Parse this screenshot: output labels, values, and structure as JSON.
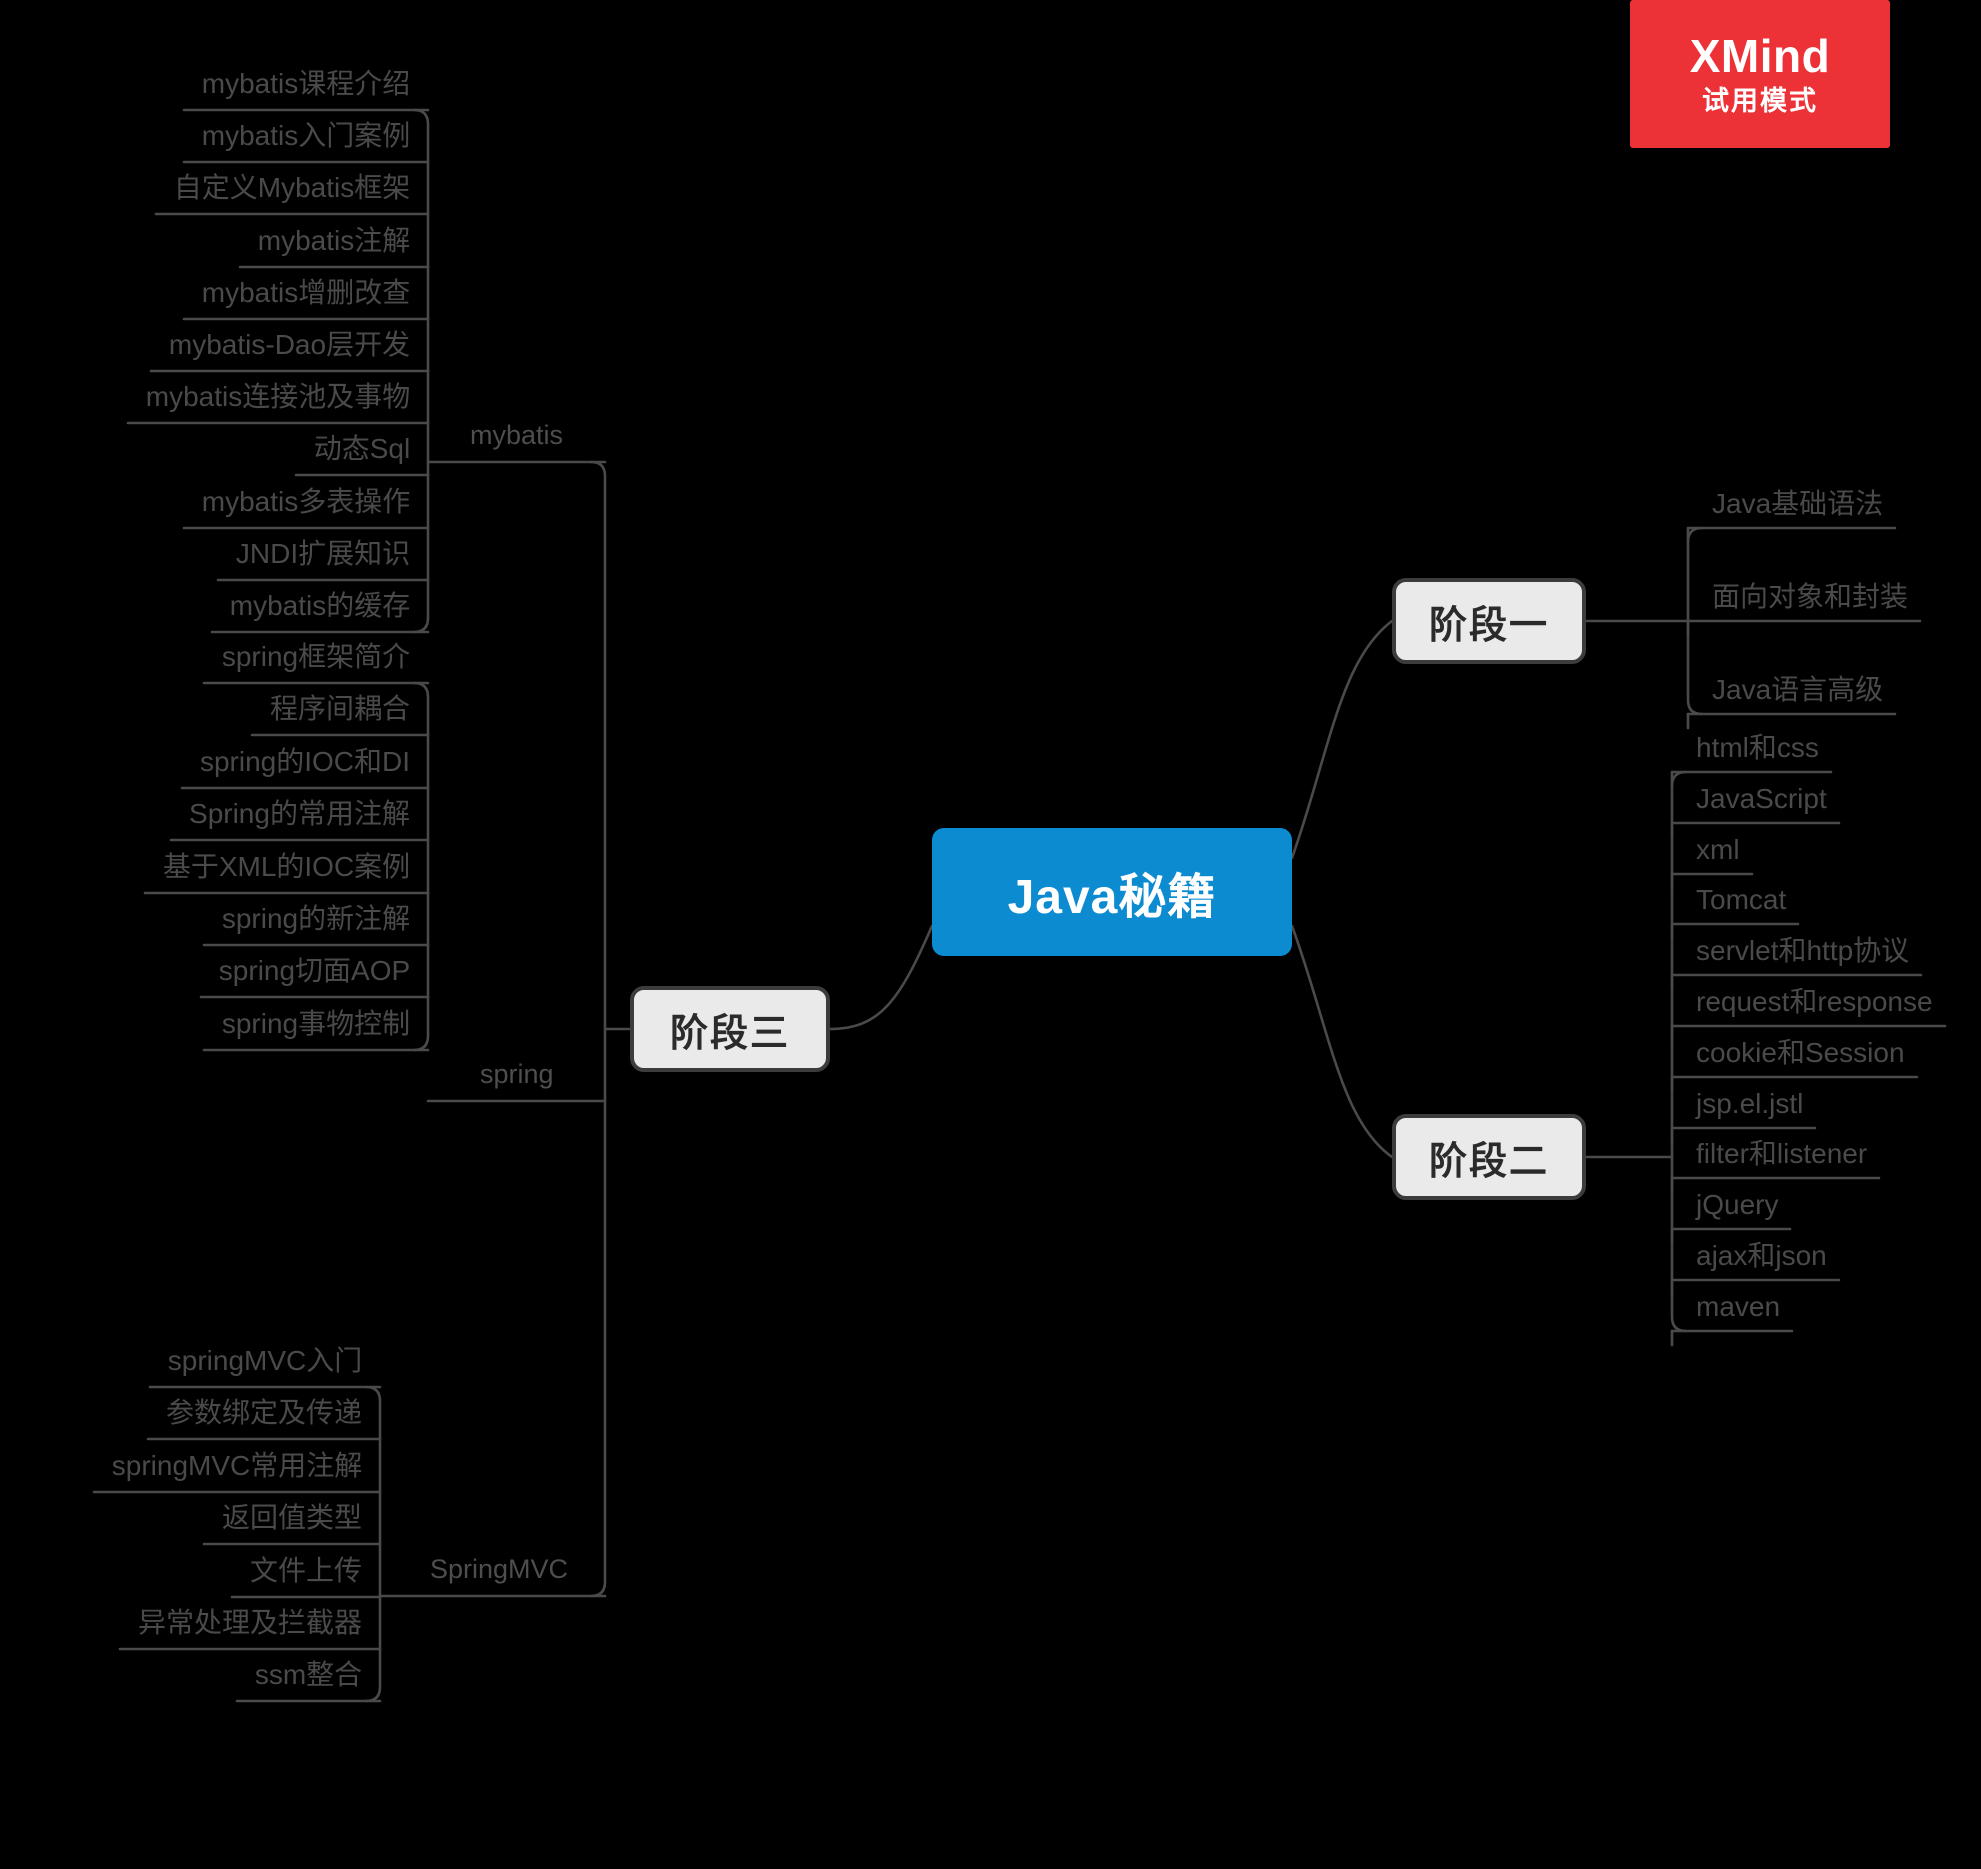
{
  "watermark": {
    "brand": "XMind",
    "mode": "试用模式",
    "color": "#ed3237"
  },
  "colors": {
    "root_fill": "#0d8bd1",
    "root_text": "#ffffff",
    "stage_fill": "#eaeaea",
    "stage_border": "#3c3c3c",
    "line": "#4a4a4a",
    "leaf_text": "#4a4a4a",
    "background": "#000000"
  },
  "mindmap": {
    "type": "mindmap",
    "root": {
      "label": "Java秘籍"
    },
    "right_branches": [
      {
        "label": "阶段一",
        "children": [
          "Java基础语法",
          "面向对象和封装",
          "Java语言高级"
        ]
      },
      {
        "label": "阶段二",
        "children": [
          "html和css",
          "JavaScript",
          "xml",
          "Tomcat",
          "servlet和http协议",
          "request和response",
          "cookie和Session",
          "jsp.el.jstl",
          "filter和listener",
          "jQuery",
          "ajax和json",
          "maven"
        ]
      }
    ],
    "left_branches": [
      {
        "label": "阶段三",
        "children": [
          {
            "label": "mybatis",
            "children": [
              "mybatis课程介绍",
              "mybatis入门案例",
              "自定义Mybatis框架",
              "mybatis注解",
              "mybatis增删改查",
              "mybatis-Dao层开发",
              "mybatis连接池及事物",
              "动态Sql",
              "mybatis多表操作",
              "JNDI扩展知识",
              "mybatis的缓存"
            ]
          },
          {
            "label": "spring",
            "children": [
              "spring框架简介",
              "程序间耦合",
              "spring的IOC和DI",
              "Spring的常用注解",
              "基于XML的IOC案例",
              "spring的新注解",
              "spring切面AOP",
              "spring事物控制"
            ]
          },
          {
            "label": "SpringMVC",
            "children": [
              "springMVC入门",
              "参数绑定及传递",
              "springMVC常用注解",
              "返回值类型",
              "文件上传",
              "异常处理及拦截器",
              "ssm整合"
            ]
          }
        ]
      }
    ]
  }
}
